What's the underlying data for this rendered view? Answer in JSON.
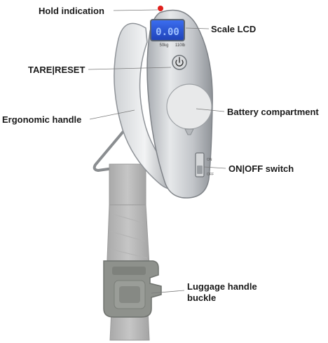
{
  "labels": {
    "hold": "Hold indication",
    "lcd": "Scale LCD",
    "tare": "TARE|RESET",
    "ergonomic": "Ergonomic handle",
    "battery": "Battery compartment",
    "onoff": "ON|OFF switch",
    "buckle": "Luggage handle buckle"
  },
  "device": {
    "lcd_reading": "0.00",
    "unit_left": "50kg",
    "unit_right": "110lb",
    "switch_on": "ON",
    "switch_off": "OFF"
  },
  "colors": {
    "body": "#c9ccd0",
    "body_dark": "#8f9398",
    "lcd": "#2a56d6",
    "strap": "#b9b9b9",
    "buckle": "#8e918c",
    "indicator": "#e0201c"
  }
}
